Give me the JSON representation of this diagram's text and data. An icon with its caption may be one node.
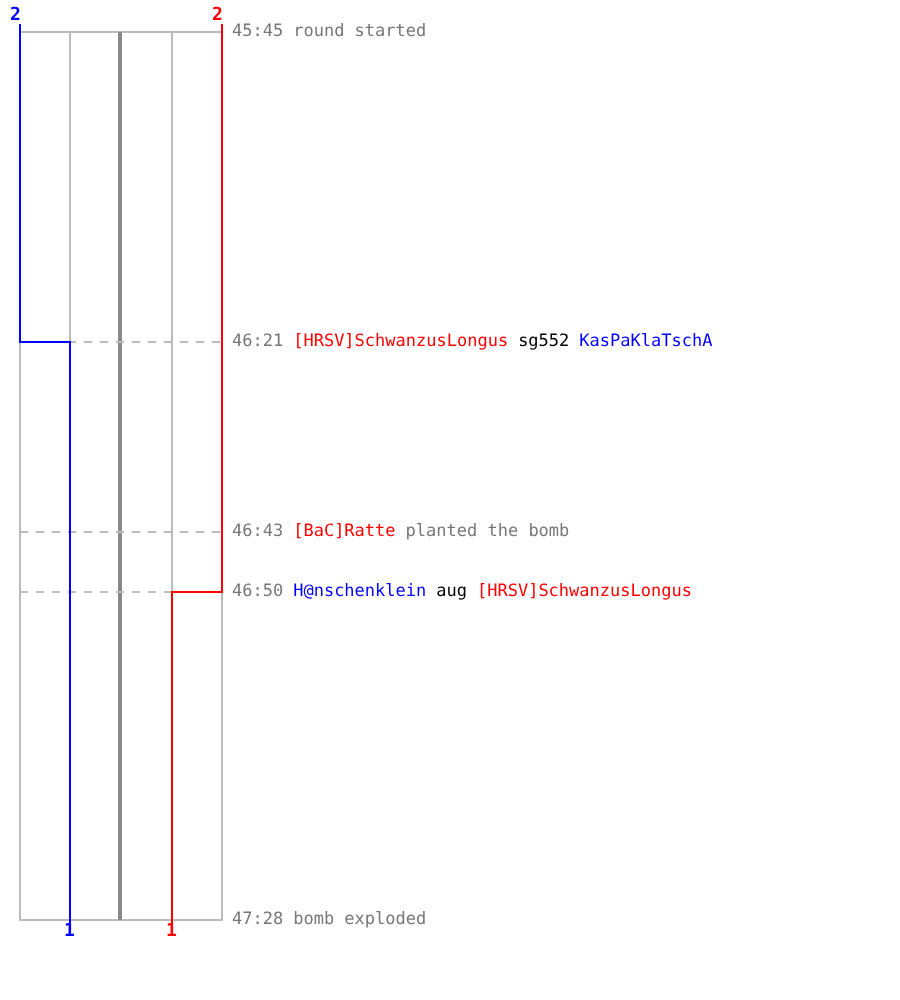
{
  "diagram": {
    "labels": [
      "2",
      "2",
      "45:45",
      "round started",
      "46:21",
      "[HRSV]SchwanzusLongus",
      "sg552",
      "KasPaKlaTschA",
      "46:43",
      "[BaC]Ratte",
      "planted the bomb",
      "46:50",
      "H@nschenklein",
      "aug",
      "[HRSV]SchwanzusLongus",
      "47:28",
      "bomb exploded",
      "1",
      "1"
    ]
  }
}
